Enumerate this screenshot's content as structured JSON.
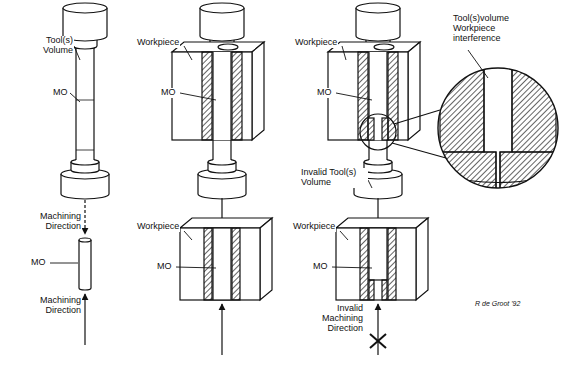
{
  "diagram": {
    "labels": [
      "Tool(s) Volume",
      "MO",
      "Workpiece",
      "MO",
      "Tool(s)volume Workpiece interference",
      "Workpiece",
      "MO",
      "Invalid Tool(s) Volume",
      "Machining Direction",
      "MO",
      "Machining Direction",
      "Workpiece",
      "MO",
      "Workpiece",
      "MO",
      "Invalid Machining Direction",
      "R de Groot '92"
    ]
  }
}
